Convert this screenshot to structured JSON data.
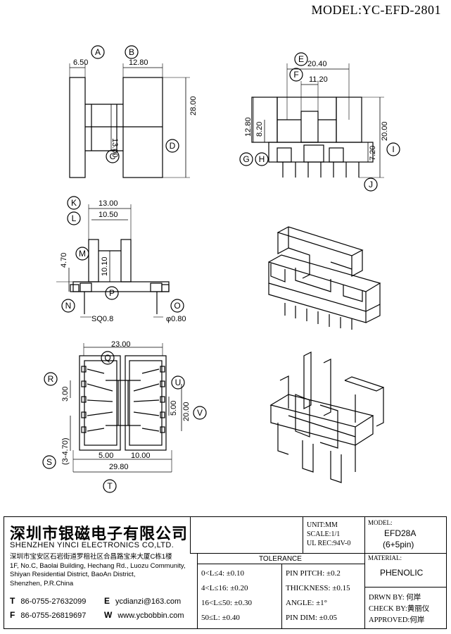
{
  "model_header": "MODEL:YC-EFD-2801",
  "views": {
    "front": {
      "A": "A",
      "B": "B",
      "C": "C",
      "D": "D",
      "dim_a": "6.50",
      "dim_b": "12.80",
      "dim_c": "13.00",
      "dim_d": "28.00"
    },
    "side": {
      "E": "E",
      "F": "F",
      "G": "G",
      "H": "H",
      "I": "I",
      "J": "J",
      "dim_e": "20.40",
      "dim_f": "11.20",
      "dim_g": "12.80",
      "dim_h": "8.20",
      "dim_i": "20.00",
      "dim_j": "7.20"
    },
    "bottom_elev": {
      "K": "K",
      "L": "L",
      "M": "M",
      "N": "N",
      "O": "O",
      "P": "P",
      "dim_k": "13.00",
      "dim_l": "10.50",
      "dim_m": "4.70",
      "dim_p": "10.10",
      "sq": "SQ0.8",
      "dia": "φ0.80"
    },
    "plan": {
      "Q": "Q",
      "R": "R",
      "S": "S",
      "T": "T",
      "U": "U",
      "V": "V",
      "dim_q": "23.00",
      "dim_r": "3.00",
      "dim_s": "(3-4.70)",
      "dim_t": "29.80",
      "dim_u": "5.00",
      "dim_v": "20.00",
      "dim_w": "5.00",
      "dim_x": "10.00"
    }
  },
  "title_block": {
    "company_cn": "深圳市银磁电子有限公司",
    "company_en": "SHENZHEN YINCI ELECTRONICS CO,LTD.",
    "address_lines": [
      "深圳市宝安区石岩街道罗租社区合昌路宝来大厦C栋1楼",
      "1F, No.C, Baolai Building, Hechang Rd., Luozu Community,",
      "Shiyan Residential District, BaoAn District,",
      "Shenzhen, P.R.China"
    ],
    "tel_label": "T",
    "tel": "86-0755-27632099",
    "fax_label": "F",
    "fax": "86-0755-26819697",
    "email_label": "E",
    "email": "ycdianzi@163.com",
    "web_label": "W",
    "web": "www.ycbobbin.com",
    "unit": "UNIT:MM",
    "scale": "SCALE:1/1",
    "ul_rec": "UL REC:94V-0",
    "model_label": "MODEL:",
    "model_value": "EFD28A",
    "model_pins": "(6+5pin)",
    "material_label": "MATERIAL:",
    "material_value": "PHENOLIC",
    "tolerance_title": "TOLERANCE",
    "tol_left": [
      "0<L≤4: ±0.10",
      "4<L≤16: ±0.20",
      "16<L≤50: ±0.30",
      "50≤L: ±0.40"
    ],
    "tol_right": [
      "PIN PITCH: ±0.2",
      "THICKNESS: ±0.15",
      "ANGLE: ±1°",
      "PIN DIM: ±0.05"
    ],
    "drawn_by": "DRWN BY: 何岸",
    "check_by": "CHECK BY:黄丽仪",
    "approved": "APPROVED:何岸"
  }
}
